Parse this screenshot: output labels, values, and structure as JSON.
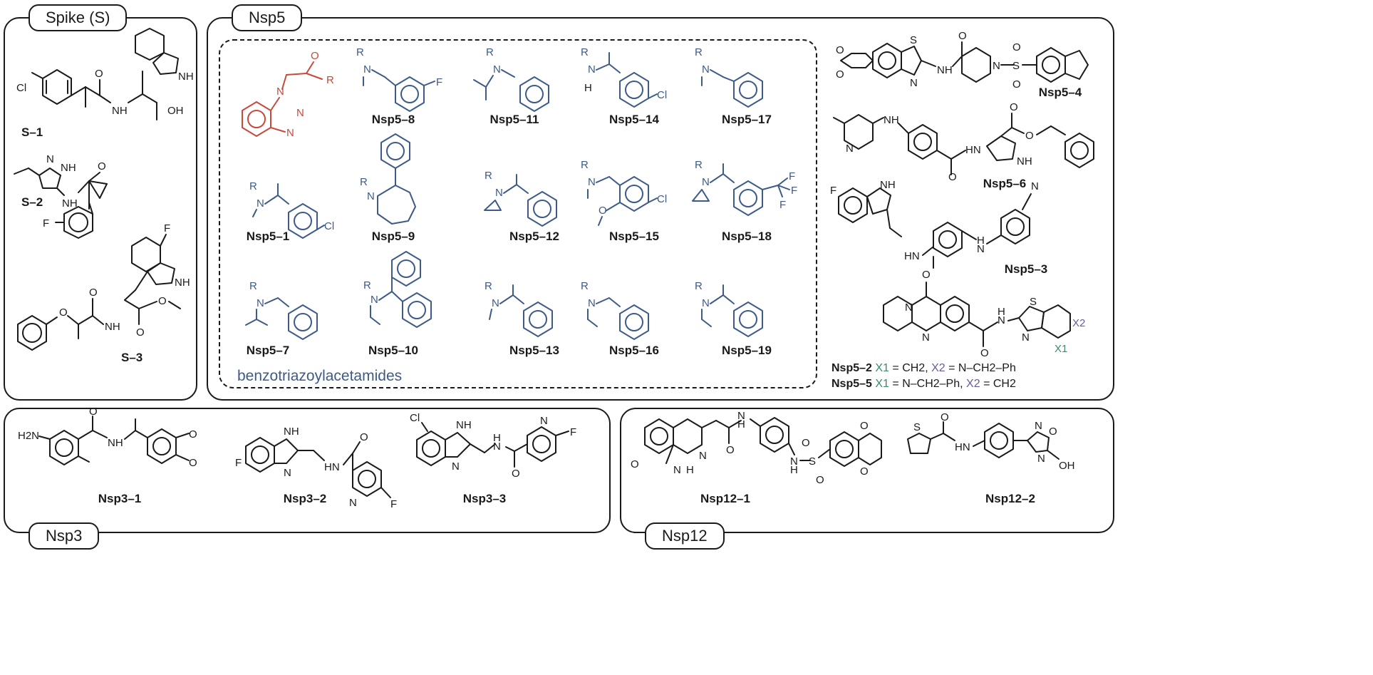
{
  "colors": {
    "red_fragment": "#c8493a",
    "blue_fragment": "#3d5a88",
    "green_x1": "#3d8a6a",
    "purple_x2": "#6a5a9a",
    "ink": "#1a1a1a"
  },
  "panels": {
    "spike": {
      "title": "Spike (S)",
      "compounds": [
        "S–1",
        "S–2",
        "S–3"
      ]
    },
    "nsp5": {
      "title": "Nsp5",
      "series_label": "benzotriazoylacetamides",
      "fragment_labels": {
        "carbonyl_o": "O",
        "r_group": "R"
      },
      "series": [
        "Nsp5–8",
        "Nsp5–11",
        "Nsp5–14",
        "Nsp5–17",
        "Nsp5–1",
        "Nsp5–9",
        "Nsp5–12",
        "Nsp5–15",
        "Nsp5–18",
        "Nsp5–7",
        "Nsp5–10",
        "Nsp5–13",
        "Nsp5–16",
        "Nsp5–19"
      ],
      "others": [
        "Nsp5–4",
        "Nsp5–6",
        "Nsp5–3"
      ],
      "footnote": {
        "nsp5_2": {
          "name": "Nsp5–2",
          "x1": "X1",
          "x1_value": "= CH2,",
          "x2": "X2",
          "x2_value": "= N–CH2–Ph"
        },
        "nsp5_5": {
          "name": "Nsp5–5",
          "x1": "X1",
          "x1_value": "= N–CH2–Ph,",
          "x2": "X2",
          "x2_value": "= CH2"
        }
      }
    },
    "nsp3": {
      "title": "Nsp3",
      "compounds": [
        "Nsp3–1",
        "Nsp3–2",
        "Nsp3–3"
      ]
    },
    "nsp12": {
      "title": "Nsp12",
      "compounds": [
        "Nsp12–1",
        "Nsp12–2"
      ]
    }
  },
  "atoms": {
    "cl": "Cl",
    "f": "F",
    "o": "O",
    "n": "N",
    "h": "H",
    "nh": "NH",
    "oh": "OH",
    "hn": "HN",
    "r": "R",
    "s": "S",
    "h2n": "H2N",
    "cf3_f": "F",
    "x1": "X1",
    "x2": "X2"
  }
}
